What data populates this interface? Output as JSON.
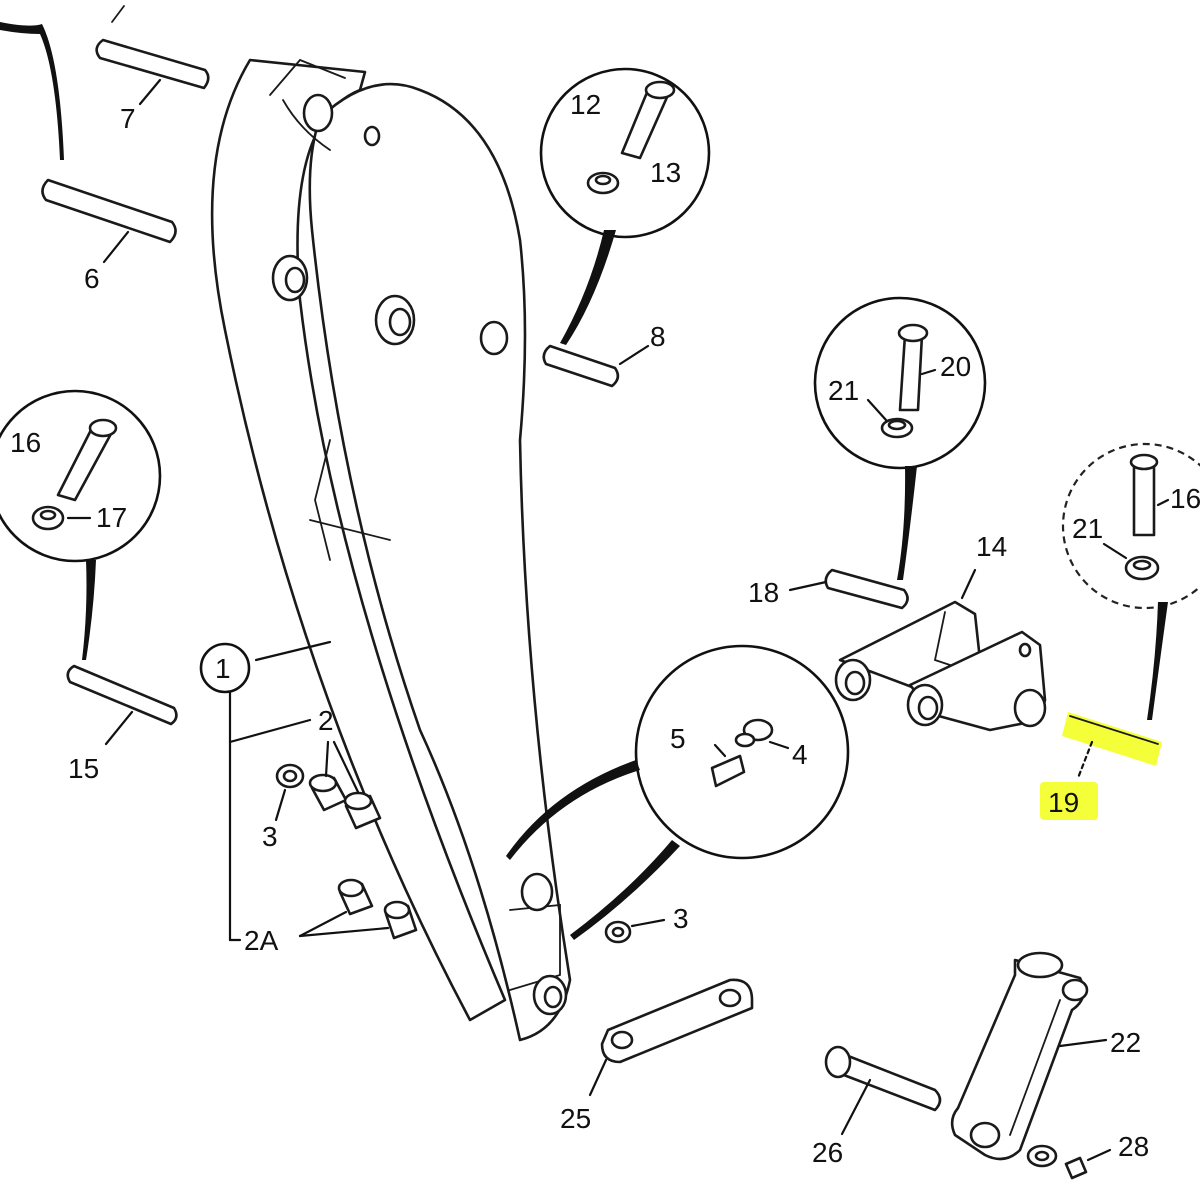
{
  "diagram": {
    "highlight_color": "#f4ff3a",
    "callouts": {
      "c1": "1",
      "c2": "2",
      "c2A": "2A",
      "c3a": "3",
      "c3b": "3",
      "c4": "4",
      "c5": "5",
      "c6": "6",
      "c7": "7",
      "c8": "8",
      "c12": "12",
      "c13": "13",
      "c14": "14",
      "c15": "15",
      "c16a": "16",
      "c16b": "16",
      "c17": "17",
      "c18": "18",
      "c19": "19",
      "c20": "20",
      "c21a": "21",
      "c21b": "21",
      "c22": "22",
      "c25": "25",
      "c26": "26",
      "c28": "28"
    }
  }
}
